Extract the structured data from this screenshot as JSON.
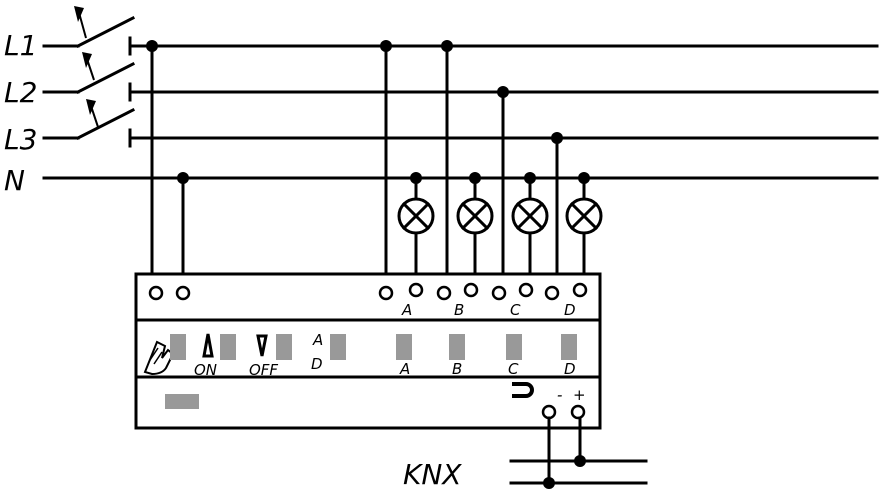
{
  "lines": {
    "l1": "L1",
    "l2": "L2",
    "l3": "L3",
    "n": "N"
  },
  "module": {
    "outputs": [
      "A",
      "B",
      "C",
      "D"
    ],
    "leds": [
      "A",
      "B",
      "C",
      "D"
    ],
    "on_label": "ON",
    "off_label": "OFF",
    "ad_top": "A",
    "ad_bottom": "D",
    "minus": "-",
    "plus": "+"
  },
  "bus": {
    "label": "KNX"
  },
  "icons": [
    "manual-hand-icon",
    "up-arrow-icon",
    "down-arrow-icon",
    "magnet-icon",
    "lamp-icon"
  ]
}
